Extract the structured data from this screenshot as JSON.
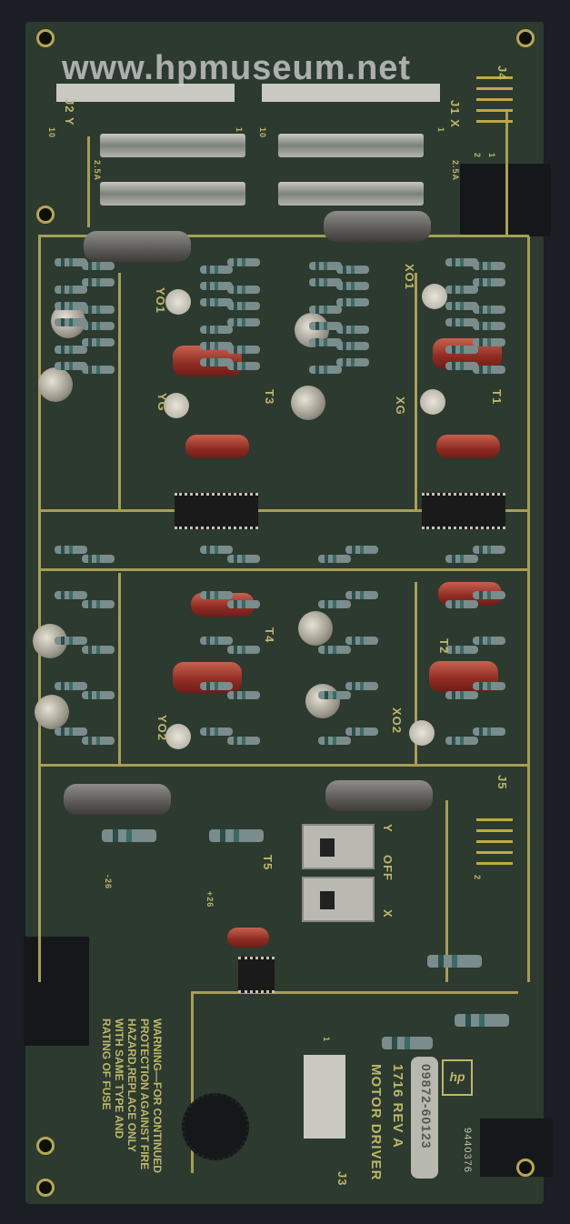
{
  "watermark": "www.hpmuseum.net",
  "board": {
    "connectors": {
      "j2": "J2 Y",
      "j1": "J1 X",
      "j4": "J4",
      "j5": "J5",
      "j3": "J3"
    },
    "pin_labels": {
      "j2_10": "10",
      "j2_1": "1",
      "j1_10": "10",
      "j1_1": "1",
      "j4_2": "2",
      "j4_1": "1",
      "j5_2": "2",
      "j3_1": "1"
    },
    "fuse_rating_left": "2.5A",
    "fuse_rating_right": "2.5A",
    "transformers": [
      "T1",
      "T2",
      "T3",
      "T4",
      "T5"
    ],
    "test_points": {
      "yo1": "YO1",
      "xo1": "XO1",
      "yg": "YG",
      "xg": "XG",
      "yo2": "YO2",
      "xo2": "XO2"
    },
    "switch_labels": {
      "y": "Y",
      "off": "OFF",
      "x": "X"
    },
    "supply_labels": {
      "pos": "+26",
      "neg": "-26"
    },
    "warning": "WARNING—FOR CONTINUED\nPROTECTION AGAINST FIRE\nHAZARD,REPLACE ONLY\nWITH SAME TYPE AND\nRATING OF FUSE",
    "model": "1716 REV A",
    "title": "MOTOR DRIVER",
    "part_number": "09872-60123",
    "serial": "9440376",
    "logo": "hp"
  },
  "colors": {
    "board": "#2c3a2f",
    "trace": "#a79e55",
    "silkscreen": "#bfb767"
  }
}
